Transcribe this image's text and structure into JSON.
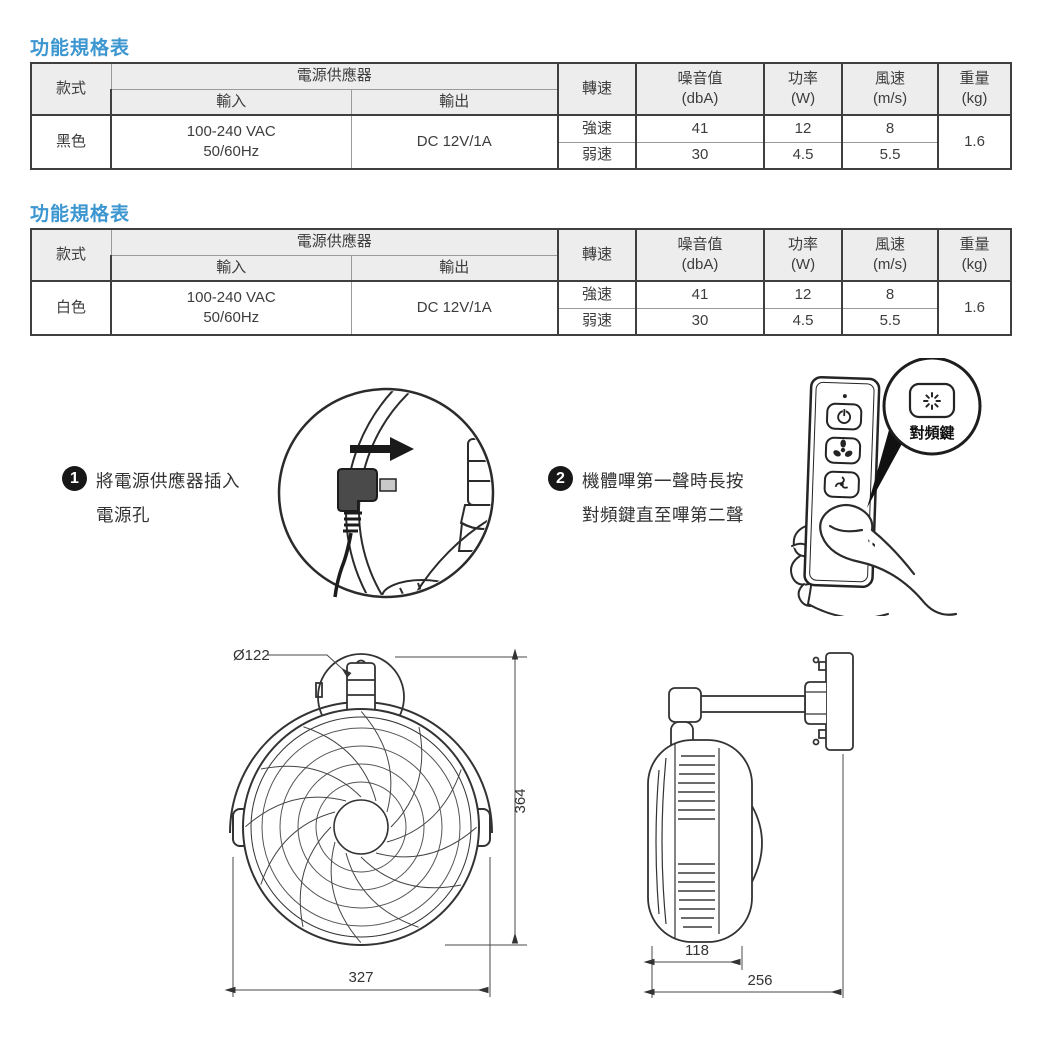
{
  "tables": [
    {
      "title": "功能規格表",
      "headers": {
        "model": "款式",
        "power_supply": "電源供應器",
        "input": "輸入",
        "output": "輸出",
        "speed": "轉速",
        "noise_l1": "噪音值",
        "noise_l2": "(dbA)",
        "power_l1": "功率",
        "power_l2": "(W)",
        "wind_l1": "風速",
        "wind_l2": "(m/s)",
        "weight_l1": "重量",
        "weight_l2": "(kg)"
      },
      "row": {
        "model": "黑色",
        "input_l1": "100-240 VAC",
        "input_l2": "50/60Hz",
        "output": "DC 12V/1A",
        "high_label": "強速",
        "high_noise": "41",
        "high_power": "12",
        "high_wind": "8",
        "low_label": "弱速",
        "low_noise": "30",
        "low_power": "4.5",
        "low_wind": "5.5",
        "weight": "1.6"
      }
    },
    {
      "title": "功能規格表",
      "headers": {
        "model": "款式",
        "power_supply": "電源供應器",
        "input": "輸入",
        "output": "輸出",
        "speed": "轉速",
        "noise_l1": "噪音值",
        "noise_l2": "(dbA)",
        "power_l1": "功率",
        "power_l2": "(W)",
        "wind_l1": "風速",
        "wind_l2": "(m/s)",
        "weight_l1": "重量",
        "weight_l2": "(kg)"
      },
      "row": {
        "model": "白色",
        "input_l1": "100-240 VAC",
        "input_l2": "50/60Hz",
        "output": "DC 12V/1A",
        "high_label": "強速",
        "high_noise": "41",
        "high_power": "12",
        "high_wind": "8",
        "low_label": "弱速",
        "low_noise": "30",
        "low_power": "4.5",
        "low_wind": "5.5",
        "weight": "1.6"
      }
    }
  ],
  "steps": [
    {
      "num": "1",
      "line1": "將電源供應器插入",
      "line2": "電源孔"
    },
    {
      "num": "2",
      "line1": "機體嗶第一聲時長按",
      "line2": "對頻鍵直至嗶第二聲"
    }
  ],
  "remote": {
    "buttons": [
      "power-icon",
      "fan-high-icon",
      "fan-low-icon"
    ],
    "callout_label": "對頻鍵"
  },
  "dimensions": {
    "front": {
      "diameter": "Ø122",
      "height": "364",
      "width": "327"
    },
    "side": {
      "fan_depth": "118",
      "total_depth": "256"
    }
  },
  "colors": {
    "title_blue": "#3c96d0",
    "header_gray": "#ededed",
    "line_dark": "#2b2b2b"
  }
}
